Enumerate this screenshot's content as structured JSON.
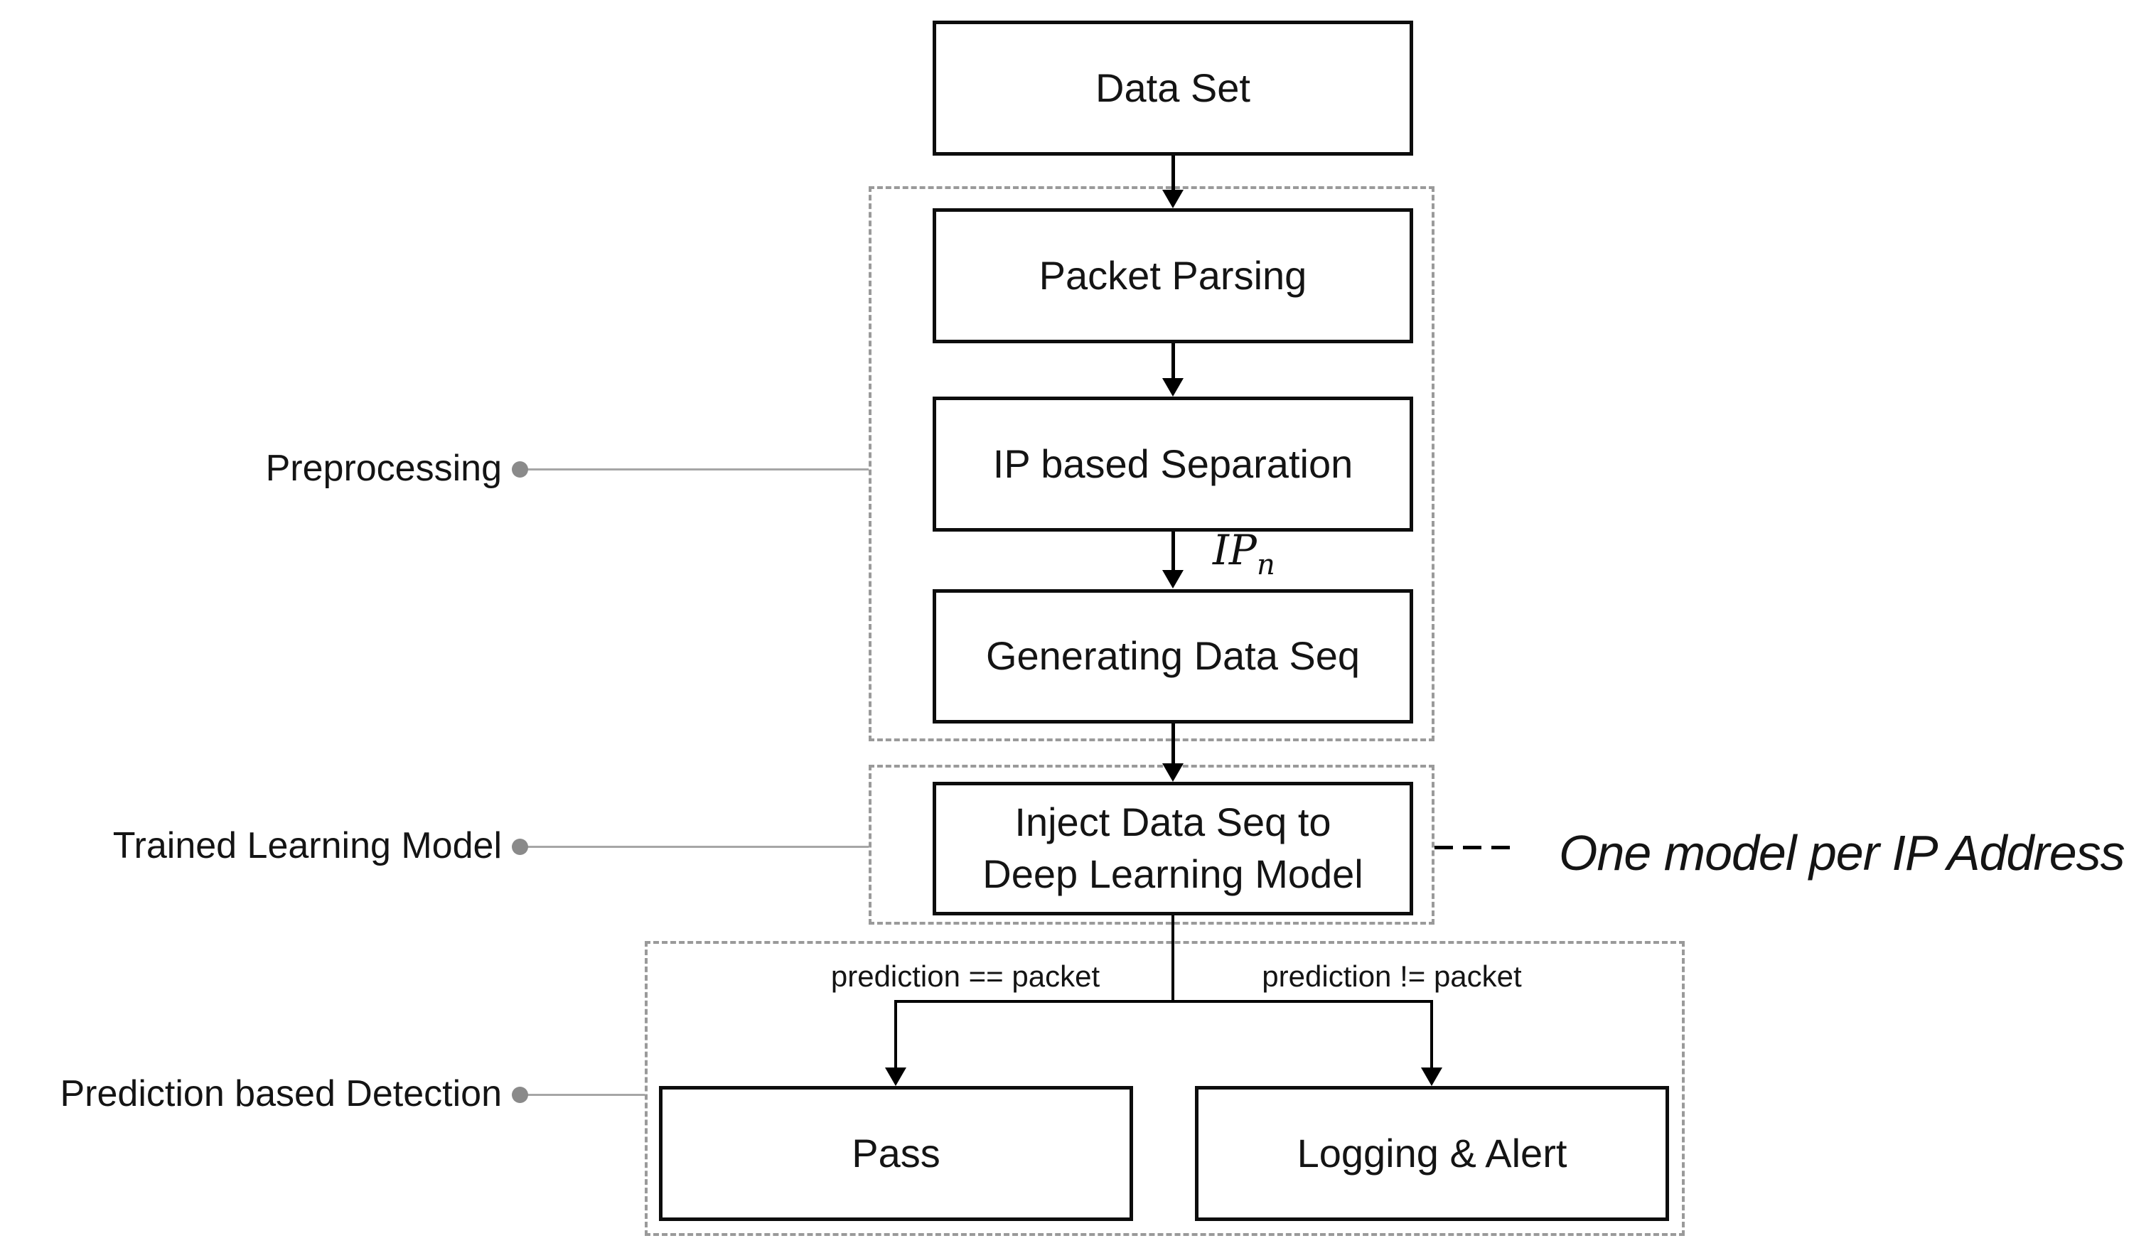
{
  "diagram": {
    "boxes": {
      "data_set": "Data Set",
      "packet_parsing": "Packet Parsing",
      "ip_based_separation": "IP based Separation",
      "generating_data_seq": "Generating Data Seq",
      "inject_line1": "Inject Data Seq to",
      "inject_line2": "Deep Learning Model",
      "pass": "Pass",
      "logging_alert": "Logging & Alert"
    },
    "stage_labels": {
      "preprocessing": "Preprocessing",
      "trained_model": "Trained Learning Model",
      "prediction_detection": "Prediction based Detection"
    },
    "edge_labels": {
      "ip_base": "IP",
      "ip_subscript": "n",
      "prediction_equal": "prediction == packet",
      "prediction_not_equal": "prediction != packet"
    },
    "annotation": "One model per IP Address",
    "colors": {
      "box_border": "#0d0d0d",
      "text": "#141414",
      "dashed_container": "#9a9a9a",
      "connector_line": "#a6a6a6",
      "connector_dot": "#8a8a8a",
      "arrow": "#000000",
      "background": "#ffffff"
    }
  }
}
